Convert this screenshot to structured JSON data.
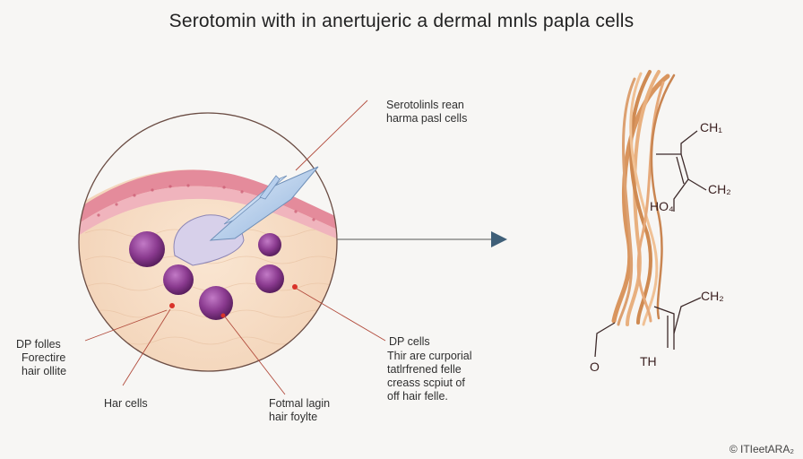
{
  "title": "Serotomin with in anertujeric a dermal mnls papla cells",
  "labels": {
    "top_callout": [
      "Serotolinls rean",
      "harma pasl cells"
    ],
    "left_callout": [
      "DP folles",
      "Forectire",
      "hair ollite"
    ],
    "hair_cells": "Har cells",
    "formal": [
      "Fotmal lagin",
      "hair foylte"
    ],
    "dp_cells": "DP cells",
    "dp_desc": [
      "Thir are curporial",
      "tatlrfrened felle",
      "creass scpiut of",
      "off hair felle."
    ]
  },
  "chemical": {
    "top_group": "CH₁",
    "mid_group": "CH₂",
    "hydroxyl": "HO₄",
    "lower_group": "CH₂",
    "lower_left": "TH",
    "oxygen": "O"
  },
  "footer": "© ITIeetARA₂",
  "colors": {
    "skin_pink": "#e58a9a",
    "tissue": "#f6dcc4",
    "cell_purple": "#8a3a8f",
    "crystal": "#a9c8e8",
    "hair": "#e2a575",
    "line": "#b04a3a"
  }
}
